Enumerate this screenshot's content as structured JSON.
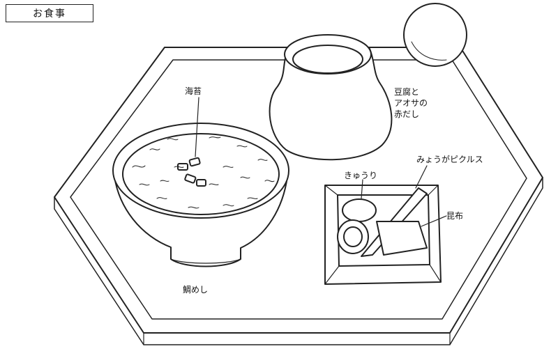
{
  "title": "お食事",
  "labels": {
    "nori": "海苔",
    "miso_line1": "豆腐と",
    "miso_line2": "アオサの",
    "miso_line3": "赤だし",
    "kyuri": "きゅうり",
    "myoga": "みょうがピクルス",
    "konbu": "昆布",
    "meshi": "鯛めし"
  },
  "colors": {
    "line": "#222222",
    "paper": "#ffffff"
  }
}
